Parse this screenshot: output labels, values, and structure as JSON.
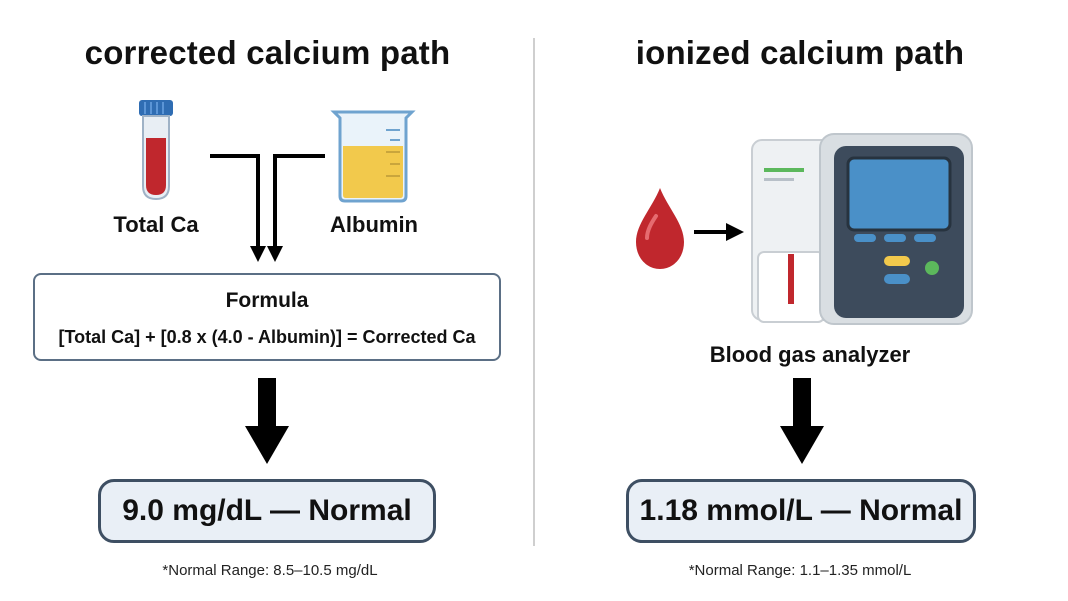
{
  "left": {
    "title": "corrected calcium path",
    "input_1_label": "Total Ca",
    "input_2_label": "Albumin",
    "formula_title": "Formula",
    "formula": "[Total Ca] + [0.8 x (4.0 - Albumin)] = Corrected Ca",
    "result": "9.0 mg/dL — Normal",
    "note": "*Normal Range: 8.5–10.5 mg/dL"
  },
  "right": {
    "title": "ionized calcium path",
    "device_label": "Blood gas analyzer",
    "result": "1.18 mmol/L — Normal",
    "note": "*Normal Range: 1.1–1.35 mmol/L"
  },
  "icons": [
    "test-tube-icon",
    "beaker-icon",
    "blood-drop-icon",
    "blood-gas-analyzer-icon",
    "arrow-down-icon",
    "arrow-right-icon"
  ],
  "colors": {
    "blood": "#c0272d",
    "albumin_liquid": "#f2c94c",
    "box_border": "#3e4f63",
    "result_fill": "#e9eff6",
    "screen": "#4a90c8"
  }
}
